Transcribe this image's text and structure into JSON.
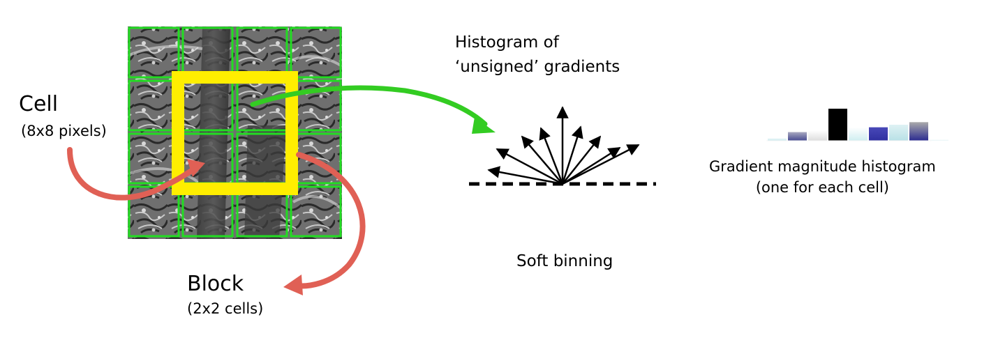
{
  "cell": {
    "title": "Cell",
    "subtitle": "(8x8 pixels)"
  },
  "block": {
    "title": "Block",
    "subtitle": "(2x2 cells)"
  },
  "histogram": {
    "title_line1": "Histogram of",
    "title_line2": "‘unsigned’ gradients"
  },
  "soft_binning": {
    "label": "Soft binning"
  },
  "magnitude": {
    "line1": "Gradient magnitude histogram",
    "line2": "(one for each cell)"
  },
  "colors": {
    "cell_grid": "#22dd22",
    "block_outline": "#ffee00",
    "green_arrow": "#33cc22",
    "red_arrow": "#e06055"
  },
  "histogram_bars": [
    {
      "top": "#ffffff",
      "bottom": "#bfe6ea",
      "level": 0.09
    },
    {
      "top": "#a8a8c0",
      "bottom": "#464a90",
      "level": 0.27
    },
    {
      "top": "#ffffff",
      "bottom": "#dddddd",
      "level": 0.33
    },
    {
      "top": "#000000",
      "bottom": "#000000",
      "level": 1.0
    },
    {
      "top": "#ffffff",
      "bottom": "#cfeef0",
      "level": 0.42
    },
    {
      "top": "#4848b8",
      "bottom": "#3030a0",
      "level": 0.42
    },
    {
      "top": "#dff2f4",
      "bottom": "#b8e0e6",
      "level": 0.5
    },
    {
      "top": "#aaaaaa",
      "bottom": "#2a2a90",
      "level": 0.58
    },
    {
      "top": "#ffffff",
      "bottom": "#e6f4f6",
      "level": 0.04
    }
  ]
}
